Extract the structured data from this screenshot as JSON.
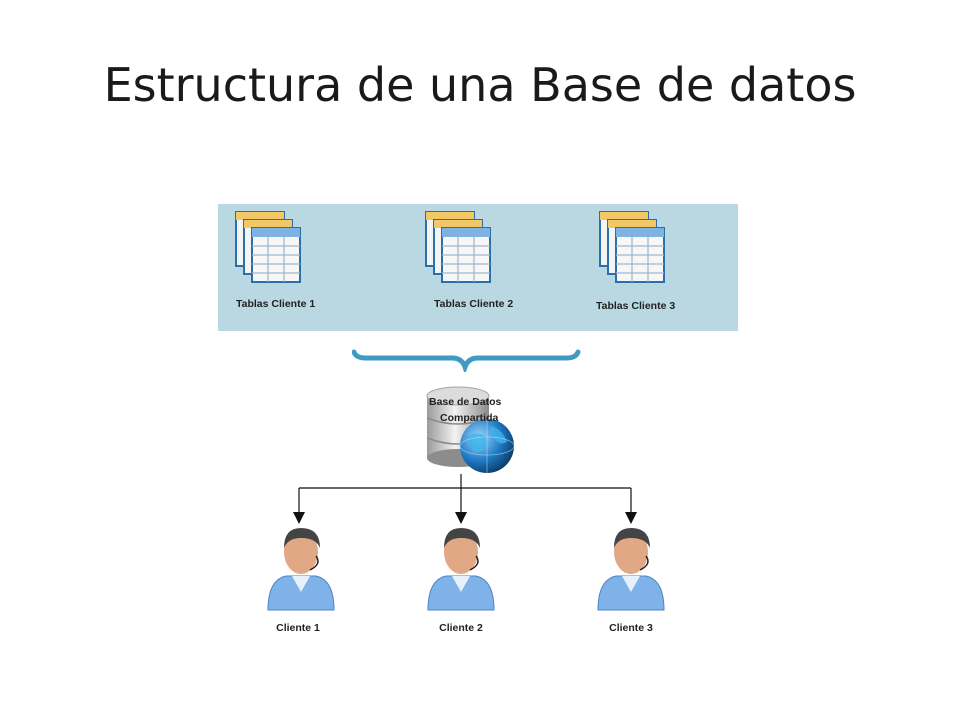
{
  "title": "Estructura de una Base de datos",
  "tables_panel": {
    "background": "#b9d8e2",
    "groups": [
      {
        "label": "Tablas Cliente 1"
      },
      {
        "label": "Tablas Cliente 2"
      },
      {
        "label": "Tablas Cliente 3"
      }
    ]
  },
  "database": {
    "label_line1": "Base de Datos",
    "label_line2": "Compartida",
    "icon": "database-globe-icon"
  },
  "clients": [
    {
      "label": "Cliente 1",
      "icon": "user-icon"
    },
    {
      "label": "Cliente 2",
      "icon": "user-icon"
    },
    {
      "label": "Cliente 3",
      "icon": "user-icon"
    }
  ],
  "colors": {
    "brace": "#3f9bbf",
    "connector": "#111111",
    "user_shirt": "#7fb2e8",
    "user_skin": "#e0a885",
    "user_hair": "#444444",
    "globe": "#1f7ac4"
  }
}
